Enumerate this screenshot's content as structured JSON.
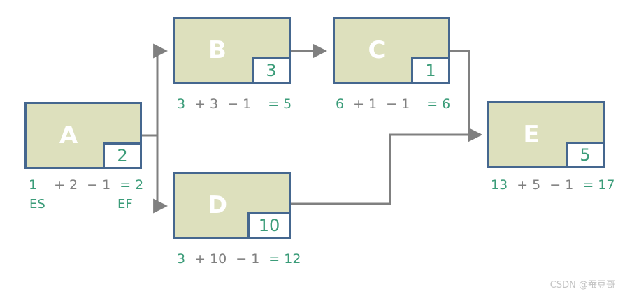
{
  "diagram": {
    "title_text": "",
    "colors": {
      "node_fill": "#dde0bd",
      "node_border": "#45678f",
      "letter": "#ffffff",
      "green": "#3b9c79",
      "gray_operator": "#808080",
      "connector": "#808080",
      "background": "#ffffff",
      "watermark": "#c2c2c2"
    },
    "nodes": [
      {
        "id": "a",
        "letter": "A",
        "duration": "2",
        "calc": {
          "es": "1",
          "plus": "+ 2",
          "minus": "− 1",
          "result": "= 2",
          "full": "1  + 2 − 1  = 2"
        },
        "legend": {
          "es_label": "ES",
          "ef_label": "EF"
        }
      },
      {
        "id": "b",
        "letter": "B",
        "duration": "3",
        "calc": {
          "es": "3",
          "plus": "+ 3",
          "minus": "− 1",
          "result": "= 5",
          "full": "3  + 3 − 1   = 5"
        }
      },
      {
        "id": "c",
        "letter": "C",
        "duration": "1",
        "calc": {
          "es": "6",
          "plus": "+ 1",
          "minus": "− 1",
          "result": "= 6",
          "full": "6  + 1 − 1   = 6"
        }
      },
      {
        "id": "d",
        "letter": "D",
        "duration": "10",
        "calc": {
          "es": "3",
          "plus": "+ 10",
          "minus": "− 1",
          "result": "= 12",
          "full": "3  + 10 − 1  = 12"
        }
      },
      {
        "id": "e",
        "letter": "E",
        "duration": "5",
        "calc": {
          "es": "13",
          "plus": "+ 5",
          "minus": "− 1",
          "result": "= 17",
          "full": "13 + 5 − 1  = 17"
        }
      }
    ],
    "edges": [
      {
        "from": "a",
        "to": "b"
      },
      {
        "from": "a",
        "to": "d"
      },
      {
        "from": "b",
        "to": "c"
      },
      {
        "from": "c",
        "to": "e"
      },
      {
        "from": "d",
        "to": "e"
      }
    ],
    "watermark": "CSDN @蚕豆哥"
  }
}
